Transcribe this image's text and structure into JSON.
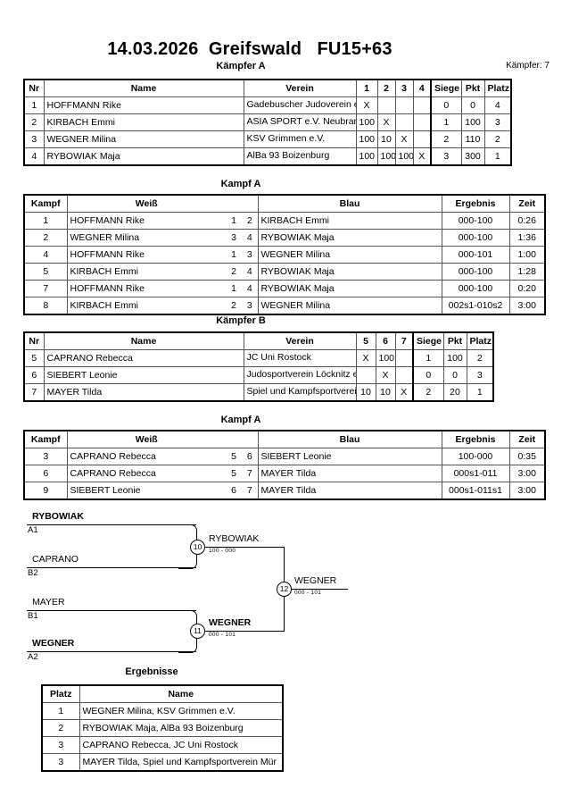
{
  "header": {
    "title": "14.03.2026  Greifswald   FU15+63",
    "fighters_count": "Kämpfer: 7"
  },
  "pool_a": {
    "heading": "Kämpfer A",
    "columns": [
      "Nr",
      "Name",
      "Verein",
      "1",
      "2",
      "3",
      "4",
      "Siege",
      "Pkt",
      "Platz"
    ],
    "rows": [
      {
        "nr": "1",
        "name": "HOFFMANN Rike",
        "verein": "Gadebuscher Judoverein e.V.",
        "m1": "X",
        "m2": "",
        "m3": "",
        "m4": "",
        "siege": "0",
        "pkt": "0",
        "platz": "4"
      },
      {
        "nr": "2",
        "name": "KIRBACH Emmi",
        "verein": "ASIA SPORT e.V. Neubrandenburg",
        "m1": "100",
        "m2": "X",
        "m3": "",
        "m4": "",
        "siege": "1",
        "pkt": "100",
        "platz": "3"
      },
      {
        "nr": "3",
        "name": "WEGNER Milina",
        "verein": "KSV Grimmen e.V.",
        "m1": "100",
        "m2": "10",
        "m3": "X",
        "m4": "",
        "siege": "2",
        "pkt": "110",
        "platz": "2"
      },
      {
        "nr": "4",
        "name": "RYBOWIAK Maja",
        "verein": "AlBa 93 Boizenburg",
        "m1": "100",
        "m2": "100",
        "m3": "100",
        "m4": "X",
        "siege": "3",
        "pkt": "300",
        "platz": "1"
      }
    ]
  },
  "matches_a": {
    "heading": "Kampf A",
    "columns": [
      "Kampf",
      "Weiß",
      "",
      "",
      "Blau",
      "Ergebnis",
      "Zeit"
    ],
    "rows": [
      {
        "kampf": "1",
        "weiss": "HOFFMANN Rike",
        "wnr": "1",
        "bnr": "2",
        "blau": "KIRBACH Emmi",
        "ergebnis": "000-100",
        "zeit": "0:26",
        "winner": "blau"
      },
      {
        "kampf": "2",
        "weiss": "WEGNER Milina",
        "wnr": "3",
        "bnr": "4",
        "blau": "RYBOWIAK Maja",
        "ergebnis": "000-100",
        "zeit": "1:36",
        "winner": "blau"
      },
      {
        "kampf": "4",
        "weiss": "HOFFMANN Rike",
        "wnr": "1",
        "bnr": "3",
        "blau": "WEGNER Milina",
        "ergebnis": "000-101",
        "zeit": "1:00",
        "winner": "blau"
      },
      {
        "kampf": "5",
        "weiss": "KIRBACH Emmi",
        "wnr": "2",
        "bnr": "4",
        "blau": "RYBOWIAK Maja",
        "ergebnis": "000-100",
        "zeit": "1:28",
        "winner": "blau"
      },
      {
        "kampf": "7",
        "weiss": "HOFFMANN Rike",
        "wnr": "1",
        "bnr": "4",
        "blau": "RYBOWIAK Maja",
        "ergebnis": "000-100",
        "zeit": "0:20",
        "winner": "blau"
      },
      {
        "kampf": "8",
        "weiss": "KIRBACH Emmi",
        "wnr": "2",
        "bnr": "3",
        "blau": "WEGNER Milina",
        "ergebnis": "002s1-010s2",
        "zeit": "3:00",
        "winner": "blau"
      }
    ]
  },
  "pool_b": {
    "heading": "Kämpfer B",
    "columns": [
      "Nr",
      "Name",
      "Verein",
      "5",
      "6",
      "7",
      "Siege",
      "Pkt",
      "Platz"
    ],
    "rows": [
      {
        "nr": "5",
        "name": "CAPRANO Rebecca",
        "verein": "JC Uni Rostock",
        "m5": "X",
        "m6": "100",
        "m7": "",
        "siege": "1",
        "pkt": "100",
        "platz": "2"
      },
      {
        "nr": "6",
        "name": "SIEBERT Leonie",
        "verein": "Judosportverein Löcknitz e.V.",
        "m5": "",
        "m6": "X",
        "m7": "",
        "siege": "0",
        "pkt": "0",
        "platz": "3"
      },
      {
        "nr": "7",
        "name": "MAYER Tilda",
        "verein": "Spiel und Kampfsportverein Mür",
        "m5": "10",
        "m6": "10",
        "m7": "X",
        "siege": "2",
        "pkt": "20",
        "platz": "1"
      }
    ]
  },
  "matches_b": {
    "heading": "Kampf A",
    "columns": [
      "Kampf",
      "Weiß",
      "",
      "",
      "Blau",
      "Ergebnis",
      "Zeit"
    ],
    "rows": [
      {
        "kampf": "3",
        "weiss": "CAPRANO Rebecca",
        "wnr": "5",
        "bnr": "6",
        "blau": "SIEBERT Leonie",
        "ergebnis": "100-000",
        "zeit": "0:35",
        "winner": "weiss"
      },
      {
        "kampf": "6",
        "weiss": "CAPRANO Rebecca",
        "wnr": "5",
        "bnr": "7",
        "blau": "MAYER Tilda",
        "ergebnis": "000s1-011",
        "zeit": "3:00",
        "winner": "blau"
      },
      {
        "kampf": "9",
        "weiss": "SIEBERT Leonie",
        "wnr": "6",
        "bnr": "7",
        "blau": "MAYER Tilda",
        "ergebnis": "000s1-011s1",
        "zeit": "3:00",
        "winner": "blau"
      }
    ]
  },
  "bracket": {
    "seeds": [
      {
        "name": "RYBOWIAK",
        "code": "A1",
        "bold": true
      },
      {
        "name": "CAPRANO",
        "code": "B2",
        "bold": false
      },
      {
        "name": "MAYER",
        "code": "B1",
        "bold": false
      },
      {
        "name": "WEGNER",
        "code": "A2",
        "bold": true
      }
    ],
    "semis": [
      {
        "number": "10",
        "winner": "RYBOWIAK",
        "score": "100 - 000",
        "bold": false
      },
      {
        "number": "11",
        "winner": "WEGNER",
        "score": "000 - 101",
        "bold": true
      }
    ],
    "final": {
      "number": "12",
      "winner": "WEGNER",
      "score": "000 - 101",
      "bold": false
    }
  },
  "results": {
    "heading": "Ergebnisse",
    "columns": [
      "Platz",
      "Name"
    ],
    "rows": [
      {
        "platz": "1",
        "name": "WEGNER Milina, KSV Grimmen e.V."
      },
      {
        "platz": "2",
        "name": "RYBOWIAK Maja, AlBa 93 Boizenburg"
      },
      {
        "platz": "3",
        "name": "CAPRANO Rebecca, JC Uni Rostock"
      },
      {
        "platz": "3",
        "name": "MAYER Tilda, Spiel und Kampfsportverein Mür"
      }
    ]
  }
}
